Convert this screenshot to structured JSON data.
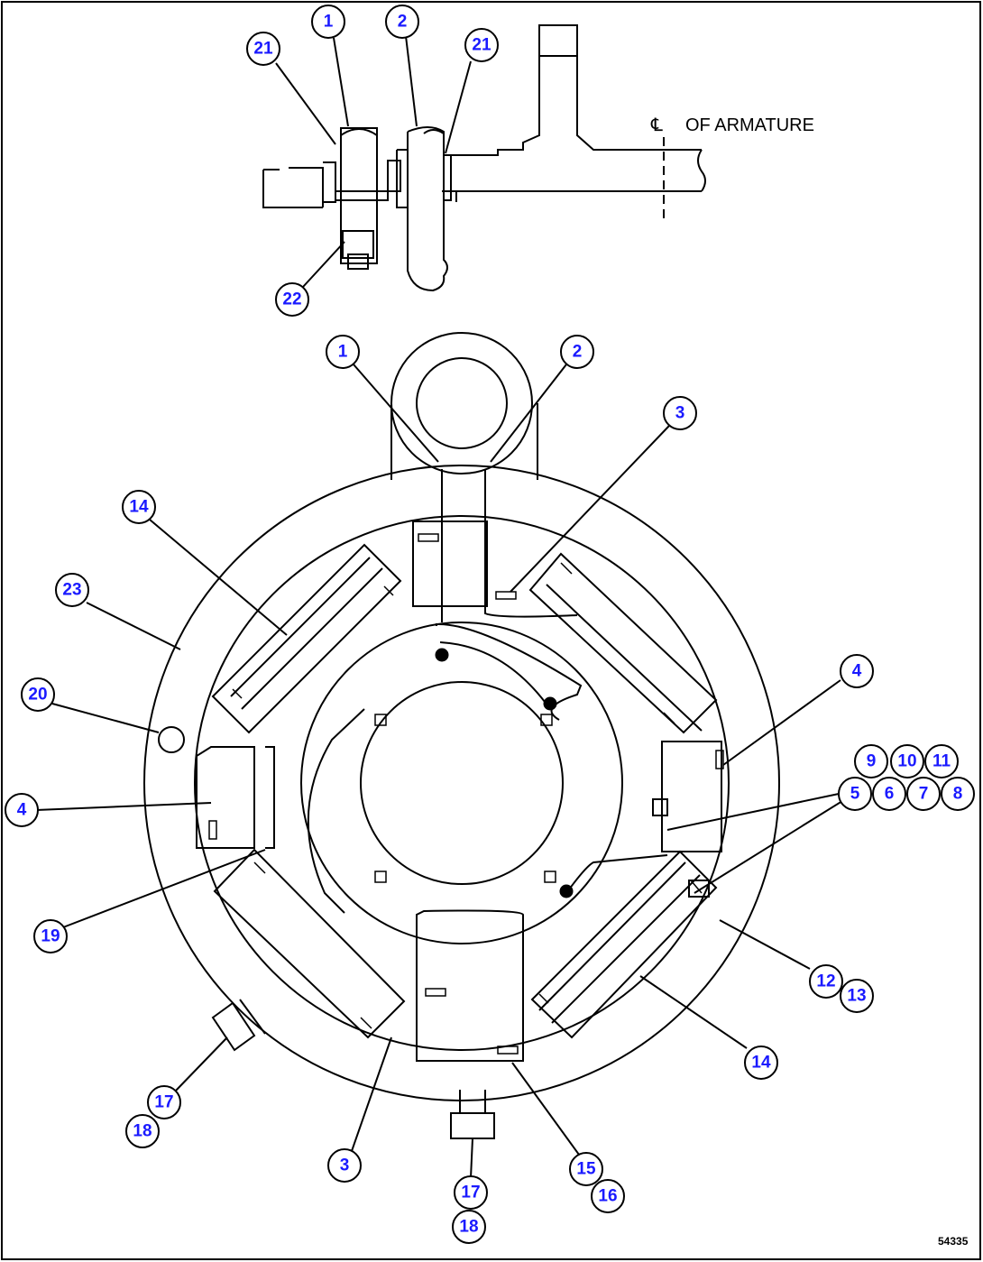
{
  "centerline_label": "OF ARMATURE",
  "centerline_symbol": "℄",
  "figure_id": "54335",
  "callouts": [
    {
      "id": "c-top-1",
      "number": "1"
    },
    {
      "id": "c-top-2",
      "number": "2"
    },
    {
      "id": "c-top-21a",
      "number": "21"
    },
    {
      "id": "c-top-21b",
      "number": "21"
    },
    {
      "id": "c-top-22",
      "number": "22"
    },
    {
      "id": "c-1",
      "number": "1"
    },
    {
      "id": "c-2",
      "number": "2"
    },
    {
      "id": "c-3a",
      "number": "3"
    },
    {
      "id": "c-14a",
      "number": "14"
    },
    {
      "id": "c-23",
      "number": "23"
    },
    {
      "id": "c-20",
      "number": "20"
    },
    {
      "id": "c-4a",
      "number": "4"
    },
    {
      "id": "c-4b",
      "number": "4"
    },
    {
      "id": "c-9",
      "number": "9"
    },
    {
      "id": "c-10",
      "number": "10"
    },
    {
      "id": "c-11",
      "number": "11"
    },
    {
      "id": "c-5",
      "number": "5"
    },
    {
      "id": "c-6",
      "number": "6"
    },
    {
      "id": "c-7",
      "number": "7"
    },
    {
      "id": "c-8",
      "number": "8"
    },
    {
      "id": "c-19",
      "number": "19"
    },
    {
      "id": "c-12",
      "number": "12"
    },
    {
      "id": "c-13",
      "number": "13"
    },
    {
      "id": "c-14b",
      "number": "14"
    },
    {
      "id": "c-17a",
      "number": "17"
    },
    {
      "id": "c-18a",
      "number": "18"
    },
    {
      "id": "c-3b",
      "number": "3"
    },
    {
      "id": "c-15",
      "number": "15"
    },
    {
      "id": "c-16",
      "number": "16"
    },
    {
      "id": "c-17b",
      "number": "17"
    },
    {
      "id": "c-18b",
      "number": "18"
    }
  ]
}
